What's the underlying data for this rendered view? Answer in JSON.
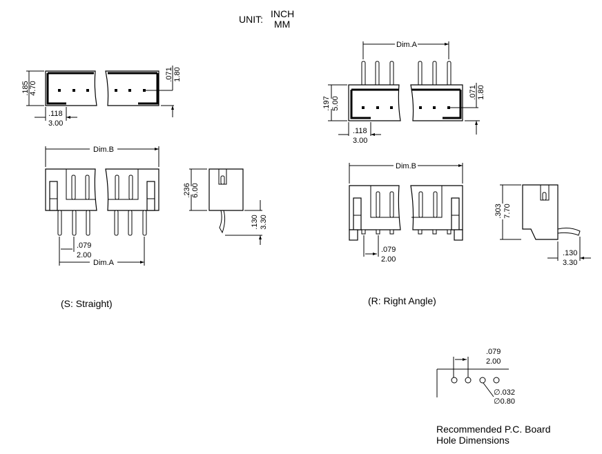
{
  "units": {
    "label": "UNIT:",
    "inch": "INCH",
    "mm": "MM"
  },
  "straight": {
    "caption": "(S: Straight)",
    "top_view": {
      "height_in": ".185",
      "height_mm": "4.70",
      "pin_offset_in": ".071",
      "pin_offset_mm": "1.80",
      "edge_in": ".118",
      "edge_mm": "3.00"
    },
    "front_view": {
      "dim_b": "Dim.B",
      "dim_a": "Dim.A",
      "pitch_in": ".079",
      "pitch_mm": "2.00"
    },
    "side_view": {
      "height_in": ".236",
      "height_mm": "6.00",
      "pin_len_in": ".130",
      "pin_len_mm": "3.30"
    }
  },
  "right_angle": {
    "caption": "(R: Right Angle)",
    "top_view": {
      "dim_a": "Dim.A",
      "height_in": ".197",
      "height_mm": "5.00",
      "pin_offset_in": ".071",
      "pin_offset_mm": "1.80",
      "edge_in": ".118",
      "edge_mm": "3.00"
    },
    "front_view": {
      "dim_b": "Dim.B",
      "pitch_in": ".079",
      "pitch_mm": "2.00"
    },
    "side_view": {
      "height_in": ".303",
      "height_mm": "7.70",
      "pin_len_in": ".130",
      "pin_len_mm": "3.30"
    }
  },
  "pcb": {
    "pitch_in": ".079",
    "pitch_mm": "2.00",
    "hole_in": "∅.032",
    "hole_mm": "∅0.80",
    "title_line1": "Recommended P.C. Board",
    "title_line2": "Hole Dimensions"
  }
}
